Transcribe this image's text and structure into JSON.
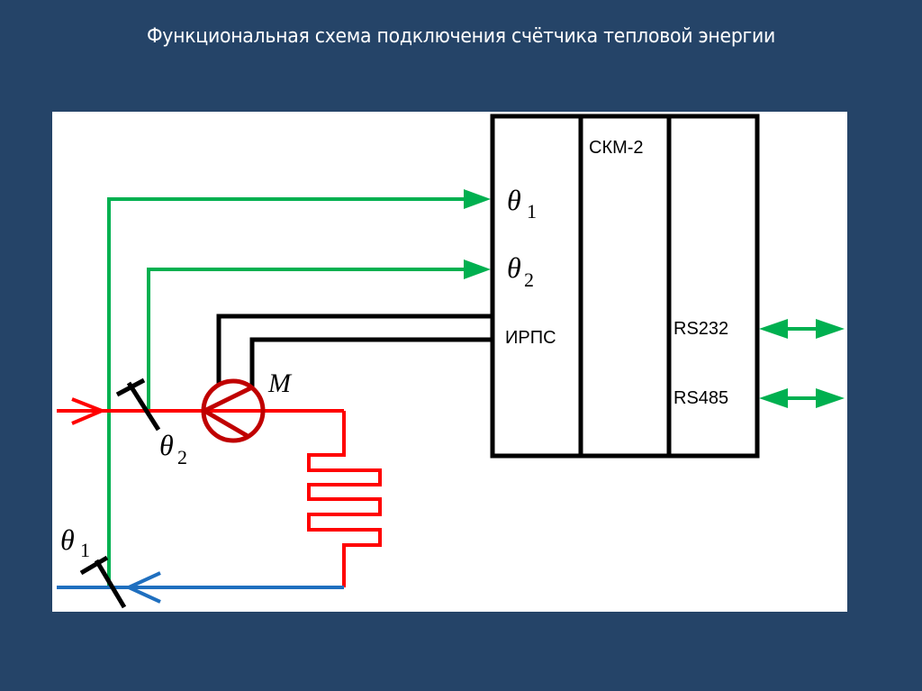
{
  "title": "Функциональная схема подключения счётчика тепловой энергии",
  "colors": {
    "background": "#254468",
    "panel": "#ffffff",
    "supply_pipe": "#ff0000",
    "return_pipe": "#1f6fbf",
    "signal_line": "#00b050",
    "wiring": "#000000",
    "pump": "#c00000"
  },
  "device": {
    "name": "СКМ-2",
    "inputs": {
      "theta1": {
        "symbol": "θ",
        "sub": "1"
      },
      "theta2": {
        "symbol": "θ",
        "sub": "2"
      },
      "irps": "ИРПС"
    },
    "interfaces": [
      "RS232",
      "RS485"
    ]
  },
  "field": {
    "pump_label": "M",
    "sensor_theta2": {
      "symbol": "θ",
      "sub": "2"
    },
    "sensor_theta1": {
      "symbol": "θ",
      "sub": "1"
    }
  },
  "icons": {
    "flow_in_arrow": "arrow-right",
    "flow_return_arrow": "arrow-left",
    "pump": "pump-circle",
    "heater": "serpentine-radiator",
    "sensor": "temperature-probe-t",
    "bidirectional": "double-arrow"
  }
}
